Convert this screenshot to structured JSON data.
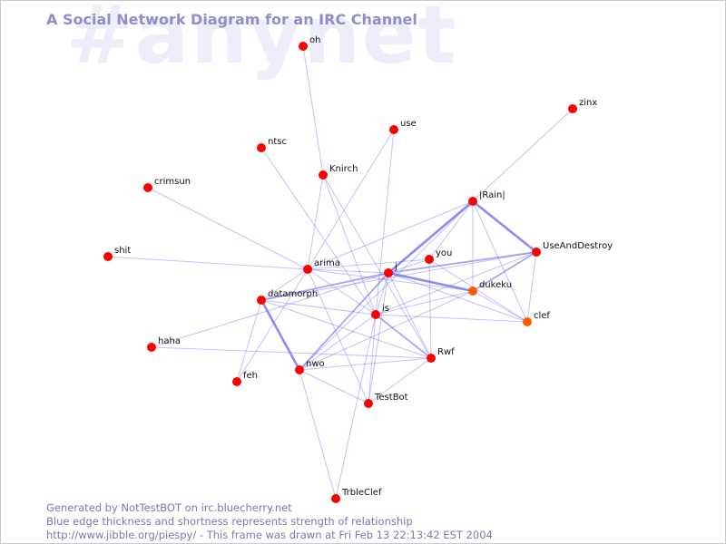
{
  "watermark": "#anynet",
  "title": "A Social Network Diagram for an IRC Channel",
  "colors": {
    "node": "#ff0000",
    "node_alt": "#ff5a00",
    "edge": "#7878ee",
    "title": "#8e8ec8",
    "watermark": "#eeeefb",
    "footer": "#7a7aae"
  },
  "nodes": [
    {
      "id": "oh",
      "label": "oh"
    },
    {
      "id": "zinx",
      "label": "zinx"
    },
    {
      "id": "use",
      "label": "use"
    },
    {
      "id": "ntsc",
      "label": "ntsc"
    },
    {
      "id": "Knirch",
      "label": "Knirch"
    },
    {
      "id": "crimsun",
      "label": "crimsun"
    },
    {
      "id": "Rain",
      "label": "|Rain|"
    },
    {
      "id": "UseAndDestroy",
      "label": "UseAndDestroy"
    },
    {
      "id": "shit",
      "label": "shit"
    },
    {
      "id": "you",
      "label": "you"
    },
    {
      "id": "arima",
      "label": "arima"
    },
    {
      "id": "j",
      "label": "j"
    },
    {
      "id": "dukeku",
      "label": "dukeku",
      "color": "alt"
    },
    {
      "id": "datamorph",
      "label": "datamorph"
    },
    {
      "id": "is",
      "label": "is"
    },
    {
      "id": "clef",
      "label": "clef",
      "color": "alt"
    },
    {
      "id": "haha",
      "label": "haha"
    },
    {
      "id": "Rwf",
      "label": "Rwf"
    },
    {
      "id": "nwo",
      "label": "nwo"
    },
    {
      "id": "feh",
      "label": "feh"
    },
    {
      "id": "TestBot",
      "label": "TestBot"
    },
    {
      "id": "TrbleClef",
      "label": "TrbleClef"
    }
  ],
  "edges": [
    {
      "from": "oh",
      "to": "Knirch",
      "weight": 1
    },
    {
      "from": "zinx",
      "to": "Rain",
      "weight": 1
    },
    {
      "from": "use",
      "to": "arima",
      "weight": 1
    },
    {
      "from": "use",
      "to": "is",
      "weight": 1
    },
    {
      "from": "ntsc",
      "to": "is",
      "weight": 1
    },
    {
      "from": "Knirch",
      "to": "arima",
      "weight": 1
    },
    {
      "from": "Knirch",
      "to": "is",
      "weight": 1
    },
    {
      "from": "Knirch",
      "to": "Rwf",
      "weight": 1
    },
    {
      "from": "crimsun",
      "to": "arima",
      "weight": 1
    },
    {
      "from": "shit",
      "to": "arima",
      "weight": 1
    },
    {
      "from": "haha",
      "to": "j",
      "weight": 1
    },
    {
      "from": "haha",
      "to": "Rwf",
      "weight": 1
    },
    {
      "from": "feh",
      "to": "arima",
      "weight": 1
    },
    {
      "from": "TrbleClef",
      "to": "nwo",
      "weight": 1
    },
    {
      "from": "TrbleClef",
      "to": "is",
      "weight": 1
    },
    {
      "from": "Rain",
      "to": "j",
      "weight": 3
    },
    {
      "from": "Rain",
      "to": "UseAndDestroy",
      "weight": 3
    },
    {
      "from": "Rain",
      "to": "arima",
      "weight": 1
    },
    {
      "from": "Rain",
      "to": "you",
      "weight": 1
    },
    {
      "from": "Rain",
      "to": "dukeku",
      "weight": 1
    },
    {
      "from": "Rain",
      "to": "clef",
      "weight": 1
    },
    {
      "from": "Rain",
      "to": "nwo",
      "weight": 1
    },
    {
      "from": "UseAndDestroy",
      "to": "j",
      "weight": 2
    },
    {
      "from": "UseAndDestroy",
      "to": "dukeku",
      "weight": 2
    },
    {
      "from": "UseAndDestroy",
      "to": "clef",
      "weight": 1
    },
    {
      "from": "UseAndDestroy",
      "to": "is",
      "weight": 1
    },
    {
      "from": "UseAndDestroy",
      "to": "datamorph",
      "weight": 1
    },
    {
      "from": "you",
      "to": "j",
      "weight": 1
    },
    {
      "from": "you",
      "to": "arima",
      "weight": 1
    },
    {
      "from": "you",
      "to": "Rwf",
      "weight": 1
    },
    {
      "from": "you",
      "to": "clef",
      "weight": 1
    },
    {
      "from": "arima",
      "to": "j",
      "weight": 1
    },
    {
      "from": "arima",
      "to": "is",
      "weight": 1
    },
    {
      "from": "arima",
      "to": "datamorph",
      "weight": 1
    },
    {
      "from": "arima",
      "to": "TestBot",
      "weight": 1
    },
    {
      "from": "arima",
      "to": "dukeku",
      "weight": 1
    },
    {
      "from": "j",
      "to": "dukeku",
      "weight": 3
    },
    {
      "from": "j",
      "to": "datamorph",
      "weight": 2
    },
    {
      "from": "j",
      "to": "is",
      "weight": 1
    },
    {
      "from": "j",
      "to": "nwo",
      "weight": 2
    },
    {
      "from": "j",
      "to": "Rwf",
      "weight": 1
    },
    {
      "from": "j",
      "to": "clef",
      "weight": 1
    },
    {
      "from": "j",
      "to": "TestBot",
      "weight": 1
    },
    {
      "from": "datamorph",
      "to": "nwo",
      "weight": 3
    },
    {
      "from": "datamorph",
      "to": "is",
      "weight": 1
    },
    {
      "from": "datamorph",
      "to": "Rwf",
      "weight": 1
    },
    {
      "from": "datamorph",
      "to": "feh",
      "weight": 1
    },
    {
      "from": "is",
      "to": "Rwf",
      "weight": 2
    },
    {
      "from": "is",
      "to": "nwo",
      "weight": 1
    },
    {
      "from": "is",
      "to": "TestBot",
      "weight": 1
    },
    {
      "from": "is",
      "to": "dukeku",
      "weight": 1
    },
    {
      "from": "is",
      "to": "clef",
      "weight": 1
    },
    {
      "from": "nwo",
      "to": "Rwf",
      "weight": 1
    },
    {
      "from": "nwo",
      "to": "TestBot",
      "weight": 1
    },
    {
      "from": "nwo",
      "to": "dukeku",
      "weight": 1
    },
    {
      "from": "Rwf",
      "to": "TestBot",
      "weight": 1
    },
    {
      "from": "dukeku",
      "to": "clef",
      "weight": 1
    }
  ],
  "footer": {
    "line1": "Generated by NotTestBOT on irc.bluecherry.net",
    "line2": "Blue edge thickness and shortness represents strength of relationship",
    "line3": "http://www.jibble.org/piespy/ - This frame was drawn at Fri Feb 13 22:13:42 EST 2004"
  }
}
